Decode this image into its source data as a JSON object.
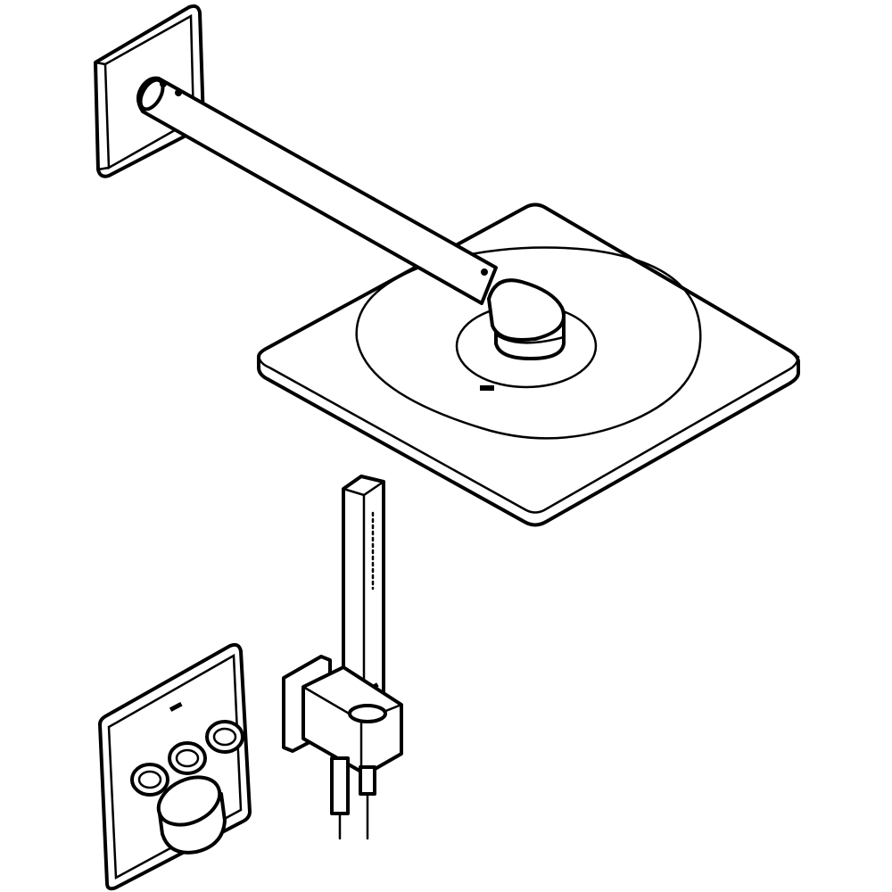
{
  "diagram": {
    "components": [
      "wall-flange",
      "shower-arm",
      "head-shower",
      "hand-shower",
      "wall-holder",
      "thermostat-valve"
    ],
    "colors": {
      "line": "#000000",
      "background": "#ffffff"
    }
  }
}
